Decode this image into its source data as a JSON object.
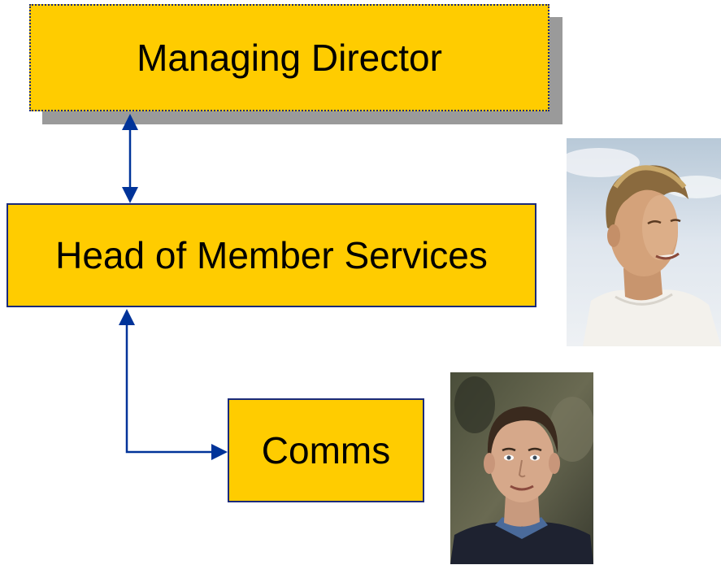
{
  "nodes": {
    "managing_director": "Managing Director",
    "head_of_member_services": "Head of Member Services",
    "comms": "Comms"
  },
  "colors": {
    "box_fill": "#FFCC00",
    "box_border": "#1A2A7A",
    "connector": "#003399",
    "shadow": "#9A9A9A"
  },
  "photos": [
    {
      "description": "man with blond hair in white shirt against sky"
    },
    {
      "description": "man with dark hair in dark sweater"
    }
  ]
}
